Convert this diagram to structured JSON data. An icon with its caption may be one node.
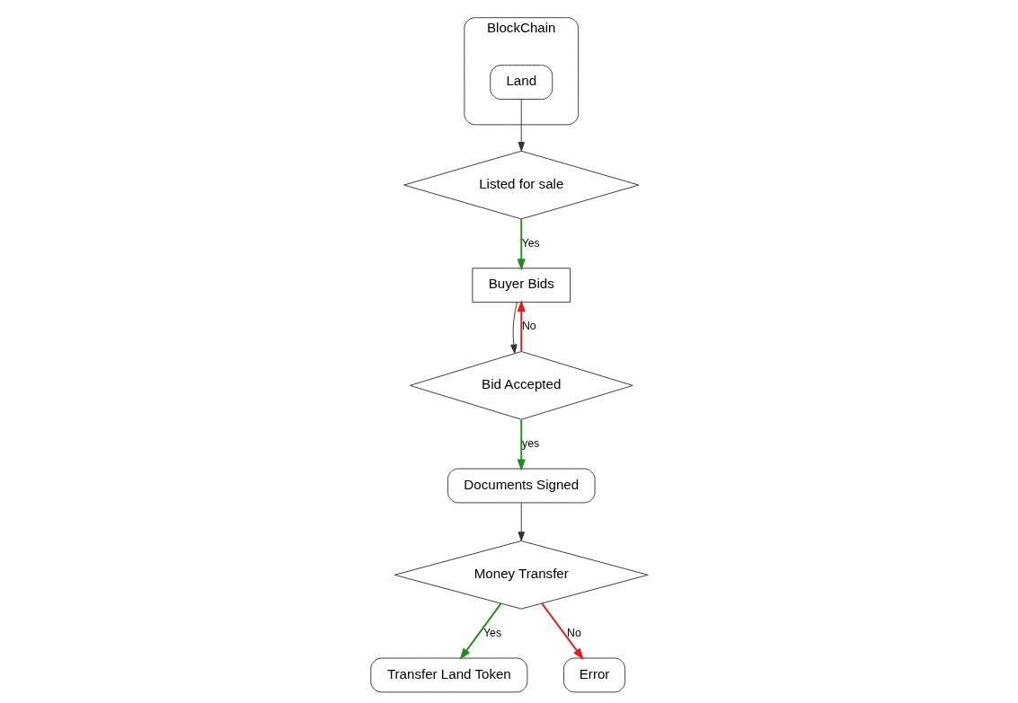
{
  "diagram": {
    "nodes": [
      {
        "text": [
          "BlockChain"
        ]
      },
      {
        "text": [
          "Land"
        ],
        "in": 0
      },
      {
        "text": [
          "Listed for sale"
        ]
      },
      {
        "text": [
          "Buyer Bids"
        ]
      },
      {
        "text": [
          "Bid Accepted"
        ]
      },
      {
        "text": [
          "Documents Signed"
        ]
      },
      {
        "text": [
          "Money Transfer"
        ]
      },
      {
        "text": [
          "Transfer Land Token"
        ]
      },
      {
        "text": [
          "Error"
        ]
      }
    ],
    "edges": [
      {
        "from": 1,
        "to": 2,
        "arrow": "to"
      },
      {
        "from": 2,
        "to": 3,
        "arrow": "to",
        "label": "Yes",
        "color": "#1e8c1e"
      },
      {
        "from": 3,
        "to": 4,
        "arrow": "to"
      },
      {
        "from": 4,
        "to": 3,
        "arrow": "to",
        "label": "No",
        "color": "#e51c1c"
      },
      {
        "from": 4,
        "to": 5,
        "arrow": "to",
        "label": "yes",
        "color": "#1e8c1e"
      },
      {
        "from": 5,
        "to": 6,
        "arrow": "to"
      },
      {
        "from": 6,
        "to": 7,
        "arrow": "to",
        "label": "Yes",
        "color": "#1e8c1e"
      },
      {
        "from": 6,
        "to": 8,
        "arrow": "to",
        "label": "No",
        "color": "#e51c1c"
      }
    ]
  }
}
